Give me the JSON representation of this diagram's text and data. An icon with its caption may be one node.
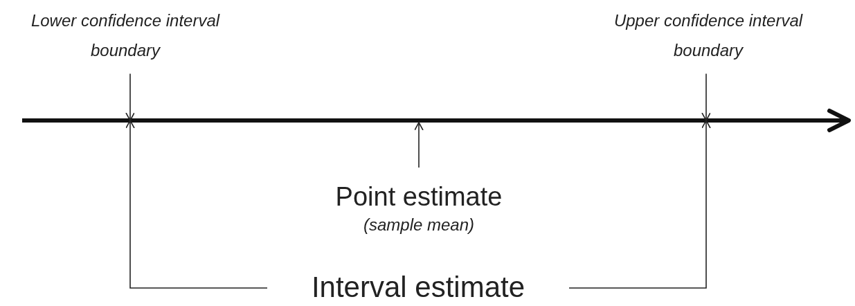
{
  "diagram": {
    "nodes": [
      {
        "text": [
          "Lower confidence interval boundary"
        ]
      },
      {
        "text": [
          "Upper confidence interval boundary"
        ]
      },
      {
        "text": [
          "Point estimate",
          "(sample mean)"
        ]
      },
      {
        "text": [
          "Interval estimate"
        ]
      }
    ],
    "edges": [
      {
        "from": 0,
        "to": null,
        "arrow": "to"
      },
      {
        "from": 1,
        "to": null,
        "arrow": "to"
      },
      {
        "from": 2,
        "to": null,
        "arrow": "to"
      },
      {
        "from": 3,
        "to": null,
        "arrow": "to"
      },
      {
        "from": 3,
        "to": null,
        "arrow": "to"
      }
    ]
  }
}
